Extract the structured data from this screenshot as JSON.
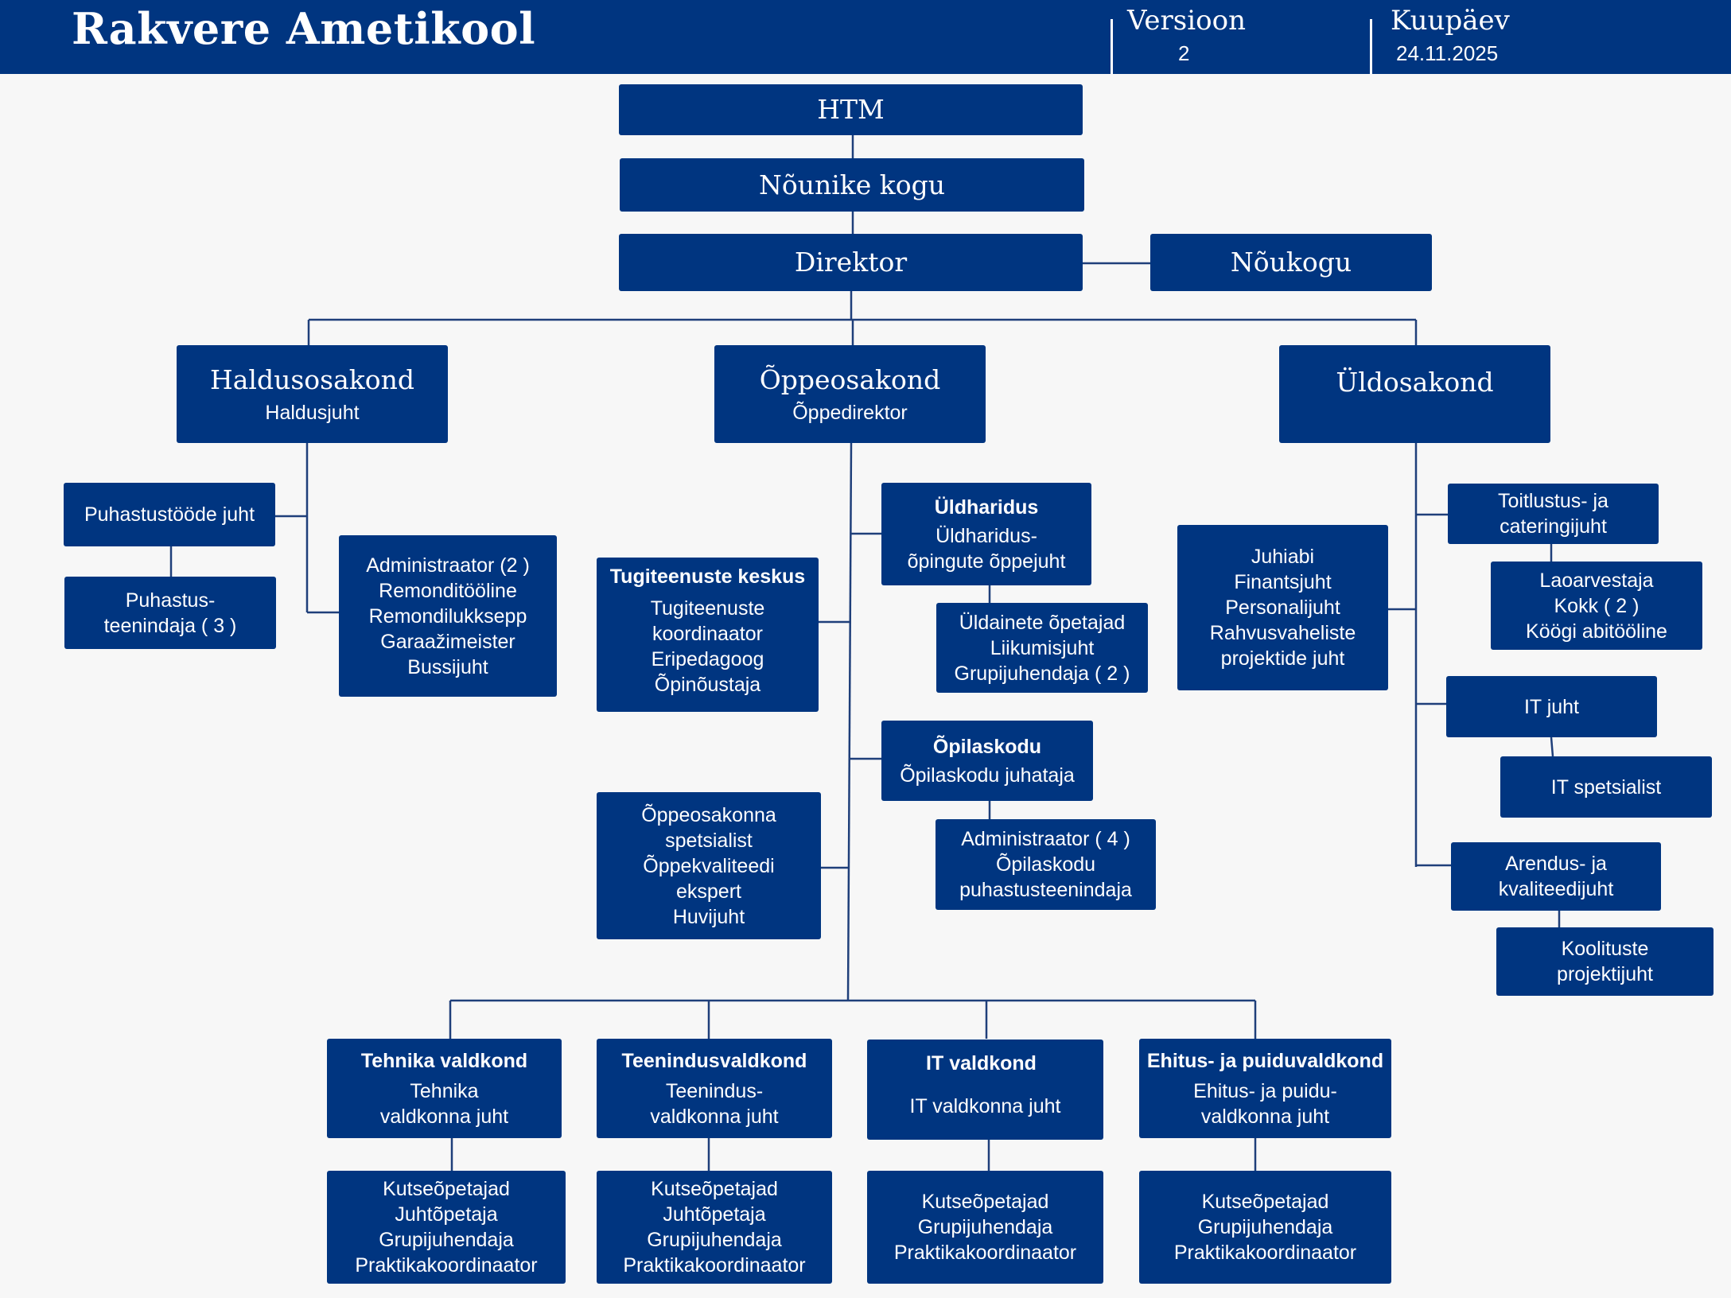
{
  "header": {
    "org_name": "Rakvere Ametikool",
    "version_label": "Versioon",
    "version_value": "2",
    "date_label": "Kuupäev",
    "date_value": "24.11.2025"
  },
  "colors": {
    "header_bg": "#003580",
    "box_bg": "#003580",
    "line": "#1f3f7a",
    "page_bg": "#f7f7f7"
  },
  "top": {
    "htm": "HTM",
    "nounike_kogu": "Nõunike kogu",
    "direktor": "Direktor",
    "noukogu": "Nõukogu"
  },
  "departments": {
    "haldus": {
      "title": "Haldusosakond",
      "head": "Haldusjuht"
    },
    "oppe": {
      "title": "Õppeosakond",
      "head": "Õppedirektor"
    },
    "uld": {
      "title": "Üldosakond"
    }
  },
  "haldus": {
    "puhastus_juht": "Puhastustööde juht",
    "puhastus_teenindaja": [
      "Puhastus-",
      "teenindaja ( 3 )"
    ],
    "staff": [
      "Administraator (2 )",
      "Remonditööline",
      "Remondilukksepp",
      "Garaažimeister",
      "Bussijuht"
    ]
  },
  "oppe": {
    "tugiteenused": {
      "title": "Tugiteenuste keskus",
      "lines": [
        "Tugiteenuste",
        "koordinaator",
        "Eripedagoog",
        "Õpinõustaja"
      ]
    },
    "spetsialist": [
      "Õppeosakonna",
      "spetsialist",
      "Õppekvaliteedi",
      "ekspert",
      "Huvijuht"
    ],
    "uldharidus": {
      "title": "Üldharidus",
      "lines": [
        "Üldharidus-",
        "õpingute õppejuht"
      ]
    },
    "uldharidus_staff": [
      "Üldainete õpetajad",
      "Liikumisjuht",
      "Grupijuhendaja ( 2 )"
    ],
    "opilaskodu": {
      "title": "Õpilaskodu",
      "lines": [
        "Õpilaskodu juhataja"
      ]
    },
    "opilaskodu_staff": [
      "Administraator ( 4 )",
      "Õpilaskodu",
      "puhastusteenindaja"
    ]
  },
  "uld": {
    "staff": [
      "Juhiabi",
      "Finantsjuht",
      "Personalijuht",
      "Rahvusvaheliste",
      "projektide juht"
    ],
    "toitlustus": [
      "Toitlustus- ja",
      "cateringijuht"
    ],
    "toitlustus_staff": [
      "Laoarvestaja",
      "Kokk ( 2 )",
      "Köögi abitööline"
    ],
    "it_juht": "IT juht",
    "it_spetsialist": "IT spetsialist",
    "arendus": [
      "Arendus- ja",
      "kvaliteedijuht"
    ],
    "koolitus": [
      "Koolituste",
      "projektijuht"
    ]
  },
  "valdkonnad": [
    {
      "title": "Tehnika valdkond",
      "head": [
        "Tehnika",
        "valdkonna juht"
      ],
      "staff": [
        "Kutseõpetajad",
        "Juhtõpetaja",
        "Grupijuhendaja",
        "Praktikakoordinaator"
      ]
    },
    {
      "title": "Teenindusvaldkond",
      "head": [
        "Teenindus-",
        "valdkonna juht"
      ],
      "staff": [
        "Kutseõpetajad",
        "Juhtõpetaja",
        "Grupijuhendaja",
        "Praktikakoordinaator"
      ]
    },
    {
      "title": "IT valdkond",
      "head": [
        "IT valdkonna juht"
      ],
      "staff": [
        "Kutseõpetajad",
        "Grupijuhendaja",
        "Praktikakoordinaator"
      ]
    },
    {
      "title": "Ehitus- ja puiduvaldkond",
      "head": [
        "Ehitus- ja puidu-",
        "valdkonna juht"
      ],
      "staff": [
        "Kutseõpetajad",
        "Grupijuhendaja",
        "Praktikakoordinaator"
      ]
    }
  ]
}
